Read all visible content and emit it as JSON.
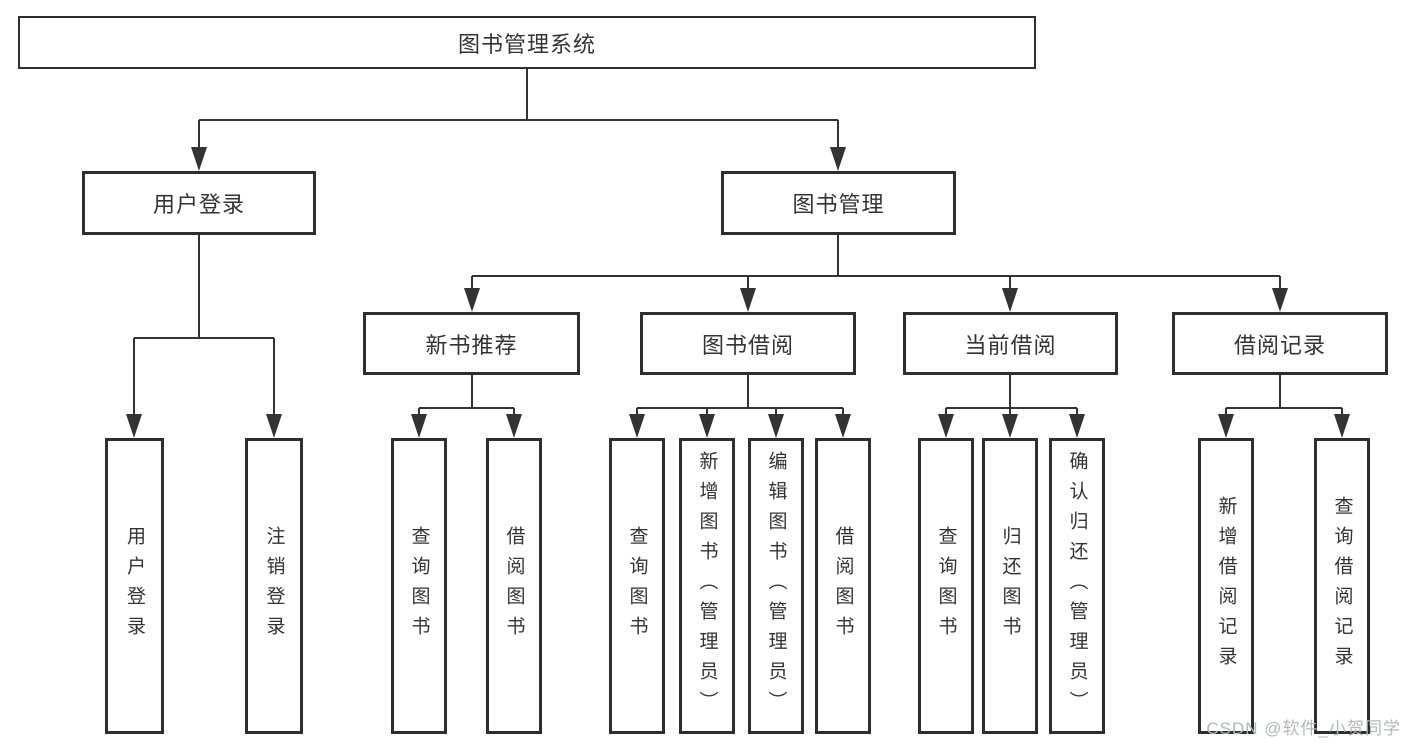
{
  "diagram": {
    "root": "图书管理系统",
    "branches": [
      {
        "label": "用户登录",
        "children": [
          "用户登录",
          "注销登录"
        ]
      },
      {
        "label": "图书管理",
        "groups": [
          {
            "label": "新书推荐",
            "children": [
              "查询图书",
              "借阅图书"
            ]
          },
          {
            "label": "图书借阅",
            "children": [
              "查询图书",
              "新增图书（管理员）",
              "编辑图书（管理员）",
              "借阅图书"
            ]
          },
          {
            "label": "当前借阅",
            "children": [
              "查询图书",
              "归还图书",
              "确认归还（管理员）"
            ]
          },
          {
            "label": "借阅记录",
            "children": [
              "新增借阅记录",
              "查询借阅记录"
            ]
          }
        ]
      }
    ]
  },
  "watermark": "CSDN @软件_小贺同学",
  "colors": {
    "line": "#333333",
    "border": "#2e2e2e",
    "text": "#333333",
    "watermark": "#b3b7bb",
    "background": "#ffffff"
  }
}
